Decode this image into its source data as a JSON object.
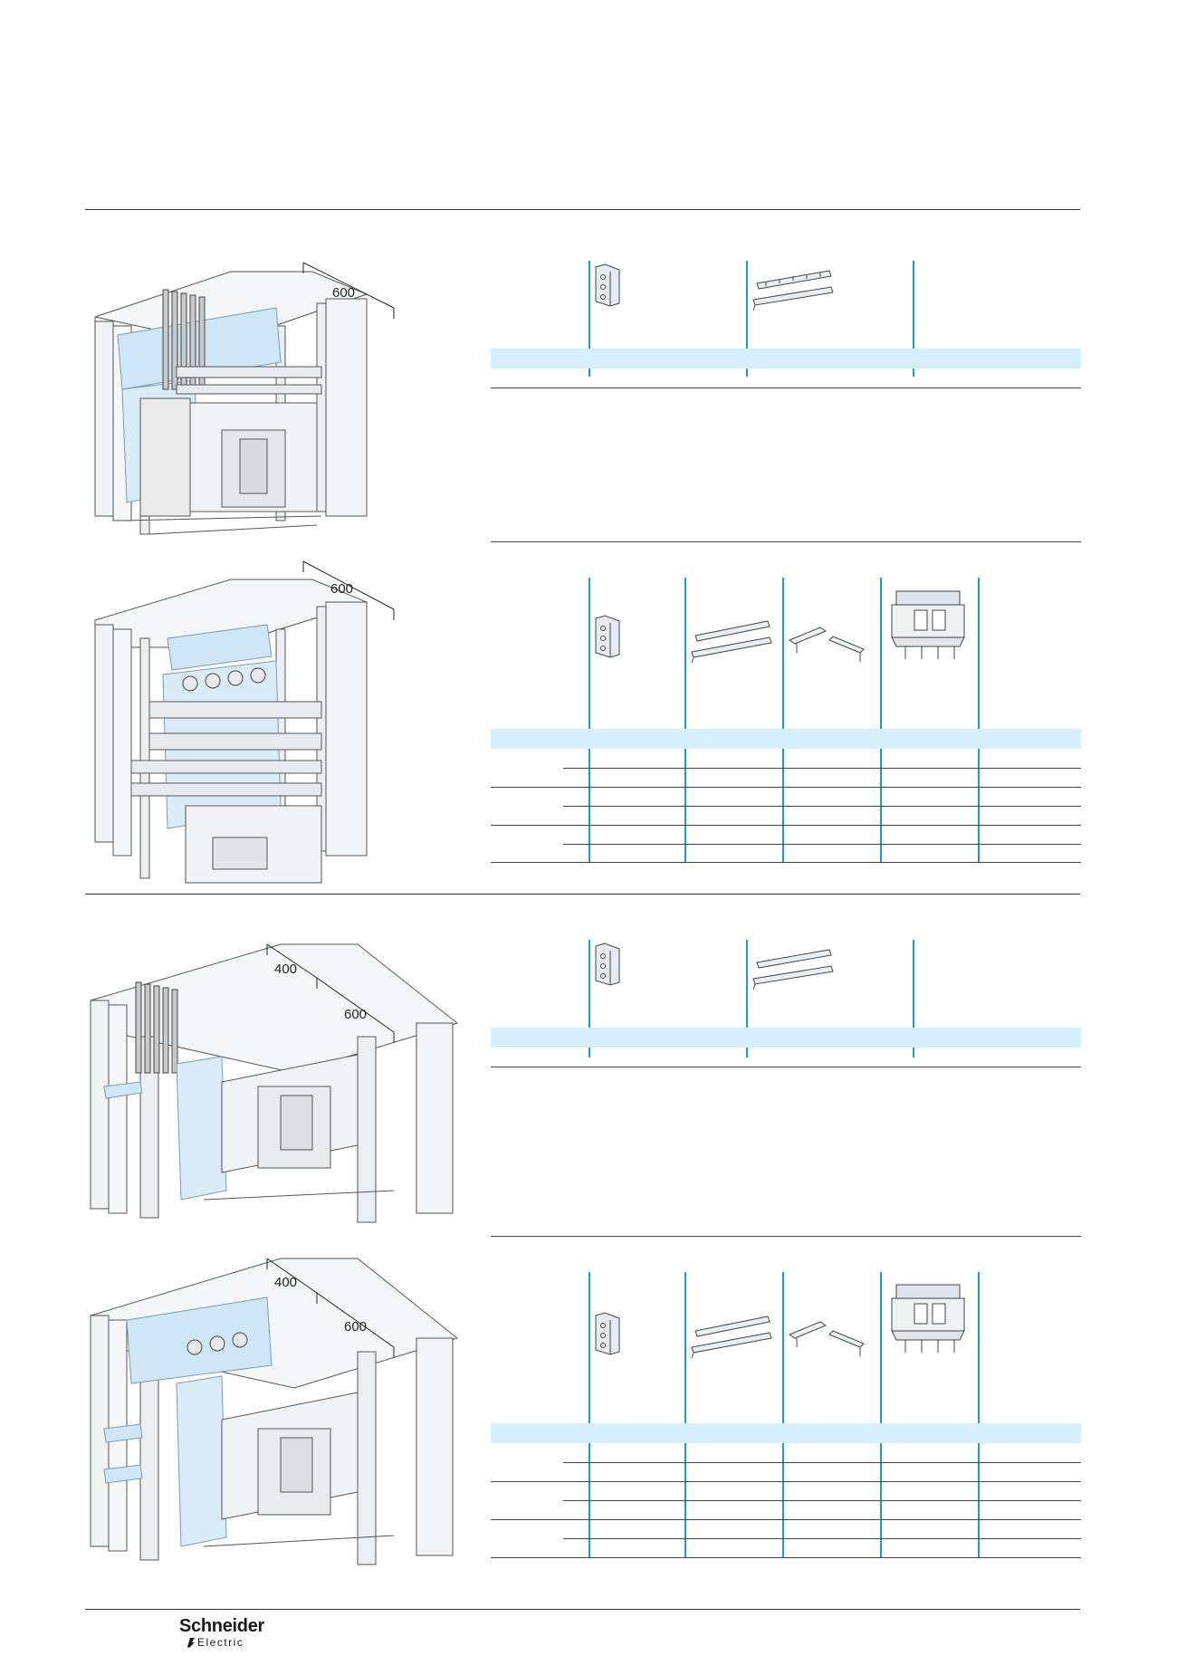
{
  "sections": [
    {
      "id": "a",
      "dimensions": [
        "600"
      ]
    },
    {
      "id": "b",
      "dimensions": [
        "600"
      ]
    },
    {
      "id": "c",
      "dimensions": [
        "400",
        "600"
      ]
    },
    {
      "id": "d",
      "dimensions": [
        "400",
        "600"
      ]
    }
  ],
  "footer": {
    "brand_name": "Schneider",
    "brand_sub": "Electric"
  },
  "colors": {
    "accent_line": "#1a9ad6",
    "header_band": "#d6efff"
  }
}
